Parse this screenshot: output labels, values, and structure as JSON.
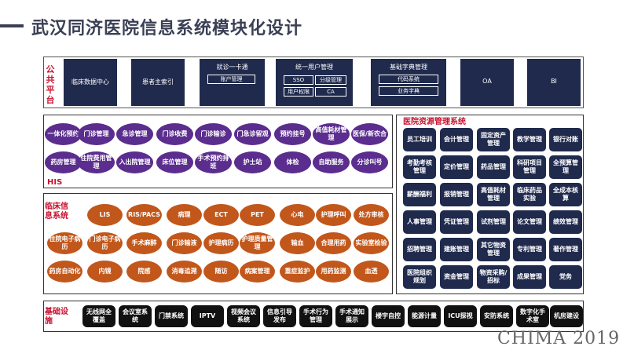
{
  "title": "武汉同济医院信息系统模块化设计",
  "watermark": "CHIMA 2019",
  "platform": {
    "label": "公共平台",
    "boxes": [
      {
        "title": "临床数据中心",
        "subs": []
      },
      {
        "title": "患者主索引",
        "subs": []
      },
      {
        "title": "就诊一卡通",
        "subs": [
          "账户管理"
        ]
      },
      {
        "title": "统一用户管理",
        "subs": [
          "SSO",
          "分级管理",
          "用户权限",
          "CA"
        ]
      },
      {
        "title": "基础字典管理",
        "subs": [
          "代码系统",
          "业务字典"
        ]
      },
      {
        "title": "OA",
        "subs": []
      },
      {
        "title": "BI",
        "subs": []
      }
    ]
  },
  "his": {
    "label": "HIS",
    "row1": [
      "一体化预约",
      "门诊管理",
      "急诊管理",
      "门诊收费",
      "门诊输诊",
      "门急诊留观",
      "预约挂号",
      "高值耗材管理",
      "医保/新农合"
    ],
    "row2": [
      "药房管理",
      "住院费用管理",
      "入出院管理",
      "床位管理",
      "手术预约排班",
      "护士站",
      "体检",
      "自助服务",
      "分诊叫号"
    ]
  },
  "clinical": {
    "label": "临床信息系统",
    "row1": [
      "LIS",
      "RIS/PACS",
      "病理",
      "ECT",
      "PET",
      "心电",
      "护理呼叫",
      "处方审核"
    ],
    "row2": [
      "住院电子病历",
      "门诊电子病历",
      "手术麻醉",
      "门诊输液",
      "护理病历",
      "护理质量管理",
      "输血",
      "合理用药",
      "实验室检验"
    ],
    "row3": [
      "药房自动化",
      "内镜",
      "院感",
      "消毒追溯",
      "随访",
      "病案管理",
      "重症监护",
      "用药监测",
      "血透"
    ]
  },
  "hrp": {
    "label": "医院资源管理系统",
    "rows": [
      [
        "员工培训",
        "会计管理",
        "固定资产管理",
        "教学管理",
        "银行对账"
      ],
      [
        "考勤考核管理",
        "定价管理",
        "药品管理",
        "科研项目管理",
        "全预算管理"
      ],
      [
        "薪酬福利",
        "报销管理",
        "高值耗材管理",
        "临床药品实验",
        "全成本核算"
      ],
      [
        "人事管理",
        "凭证管理",
        "试剂管理",
        "论文管理",
        "绩效管理"
      ],
      [
        "招聘管理",
        "建账管理",
        "其它物资管理",
        "专利管理",
        "著作管理"
      ],
      [
        "医院组织规划",
        "资金管理",
        "物资采购/招标",
        "成果管理",
        "党务"
      ]
    ]
  },
  "infra": {
    "label": "基础设施",
    "items": [
      "无线网全覆盖",
      "会议室系统",
      "门禁系统",
      "IPTV",
      "视频会议系统",
      "信息引导发布",
      "手术行为管理",
      "手术通知展示",
      "楼宇自控",
      "能源计量",
      "ICU探视",
      "安防系统",
      "数字化手术室",
      "机房建设"
    ]
  }
}
